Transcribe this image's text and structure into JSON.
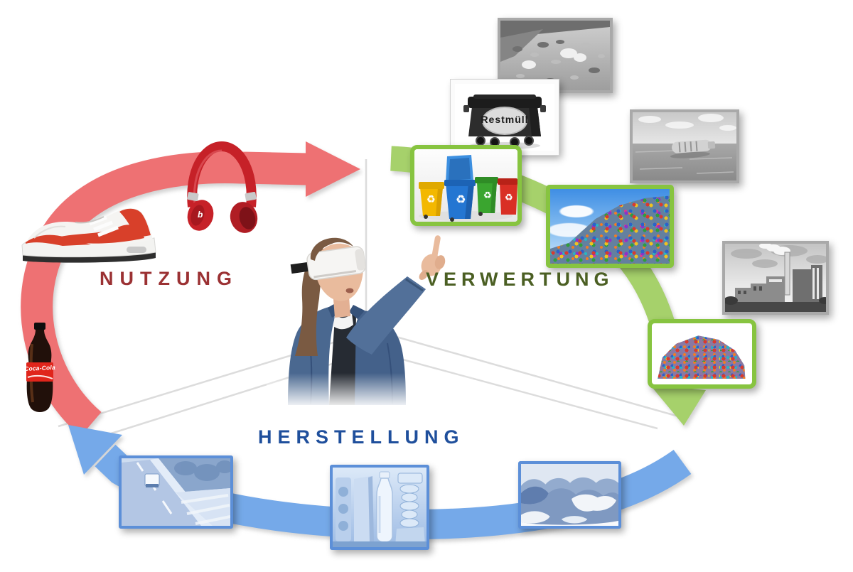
{
  "diagram": {
    "title": "Plastics lifecycle cycle diagram with VR presenter",
    "phases": [
      {
        "id": "nutzung",
        "label": "NUTZUNG",
        "text_color": "#9b3133",
        "arrow_color": "#ee7173"
      },
      {
        "id": "verwertung",
        "label": "VERWERTUNG",
        "text_color": "#4b5f23",
        "arrow_color": "#a6d16b"
      },
      {
        "id": "herstellung",
        "label": "HERSTELLUNG",
        "text_color": "#1f4f9c",
        "arrow_color": "#75a9e9"
      }
    ]
  },
  "labels": {
    "restmuell_container": "Restmüll",
    "cola_bottle": "Coca-Cola",
    "headphones_logo": "b"
  },
  "symbols": {
    "recycle": "♻"
  },
  "colors": {
    "frame_green": "#87c440",
    "frame_blue": "#5c8fd8",
    "frame_gray": "#a9a9a9",
    "backdrop_line": "#dcdcdc"
  },
  "photos": [
    {
      "name": "landfill-photo",
      "description": "grayscale photo of littered landfill site",
      "frame": "gray"
    },
    {
      "name": "restmuell-bin-photo",
      "description": "black municipal waste container labelled Restmüll",
      "frame": "white"
    },
    {
      "name": "recycling-bins-photo",
      "description": "yellow, blue, green and red recycling wheelie bins",
      "frame": "green"
    },
    {
      "name": "ocean-plastic-photo",
      "description": "grayscale photo of plastic bottle floating in water",
      "frame": "gray"
    },
    {
      "name": "plastic-waste-pile-photo",
      "description": "colorful pile of plastic waste under blue sky",
      "frame": "green"
    },
    {
      "name": "incinerator-photo",
      "description": "grayscale waste incineration plant with smokestack",
      "frame": "gray"
    },
    {
      "name": "plastic-regranulate-photo",
      "description": "pile of colorful shredded plastic regranulate",
      "frame": "green"
    },
    {
      "name": "truck-highway-photo",
      "description": "blue-toned photo of truck on highway",
      "frame": "blue"
    },
    {
      "name": "bottle-molding-photo",
      "description": "blue-toned PET bottle blow-molding machine",
      "frame": "blue"
    },
    {
      "name": "plastic-pellets-photo",
      "description": "blue-toned heaps of plastic pellets",
      "frame": "blue"
    }
  ],
  "products": [
    {
      "name": "sneaker",
      "description": "red and white sneaker"
    },
    {
      "name": "headphones",
      "description": "red over-ear headphones"
    },
    {
      "name": "cola-bottle",
      "description": "Coca-Cola PET bottle"
    }
  ],
  "person": {
    "name": "vr-user",
    "description": "woman wearing VR headset pointing at recycling images"
  }
}
